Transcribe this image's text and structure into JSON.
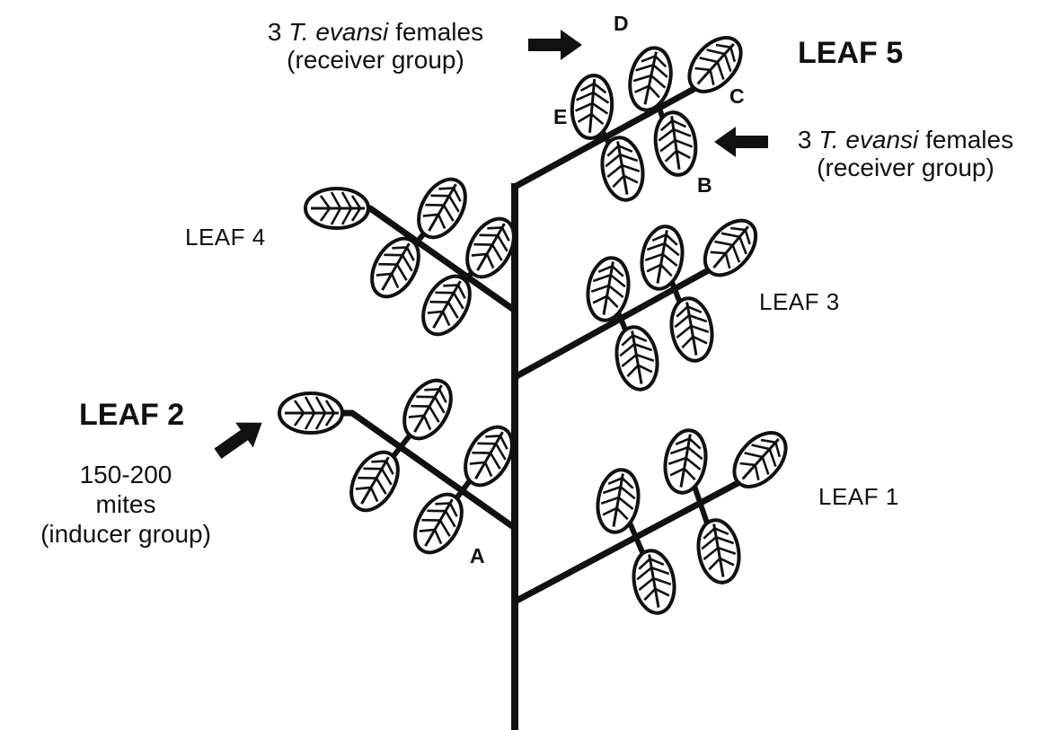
{
  "leaves": {
    "leaf1": "LEAF 1",
    "leaf2": "LEAF 2",
    "leaf3": "LEAF 3",
    "leaf4": "LEAF 4",
    "leaf5": "LEAF 5"
  },
  "leaflet_labels": {
    "a": "A",
    "b": "B",
    "c": "C",
    "d": "D",
    "e": "E"
  },
  "receiver_top": {
    "count": "3",
    "species": "T. evansi",
    "females": "females",
    "group": "(receiver group)"
  },
  "receiver_right": {
    "count": "3",
    "species": "T. evansi",
    "females": "females",
    "group": "(receiver group)"
  },
  "inducer": {
    "count": "150-200",
    "mites": "mites",
    "group": "(inducer group)"
  },
  "colors": {
    "ink": "#111111",
    "background": "#ffffff"
  }
}
